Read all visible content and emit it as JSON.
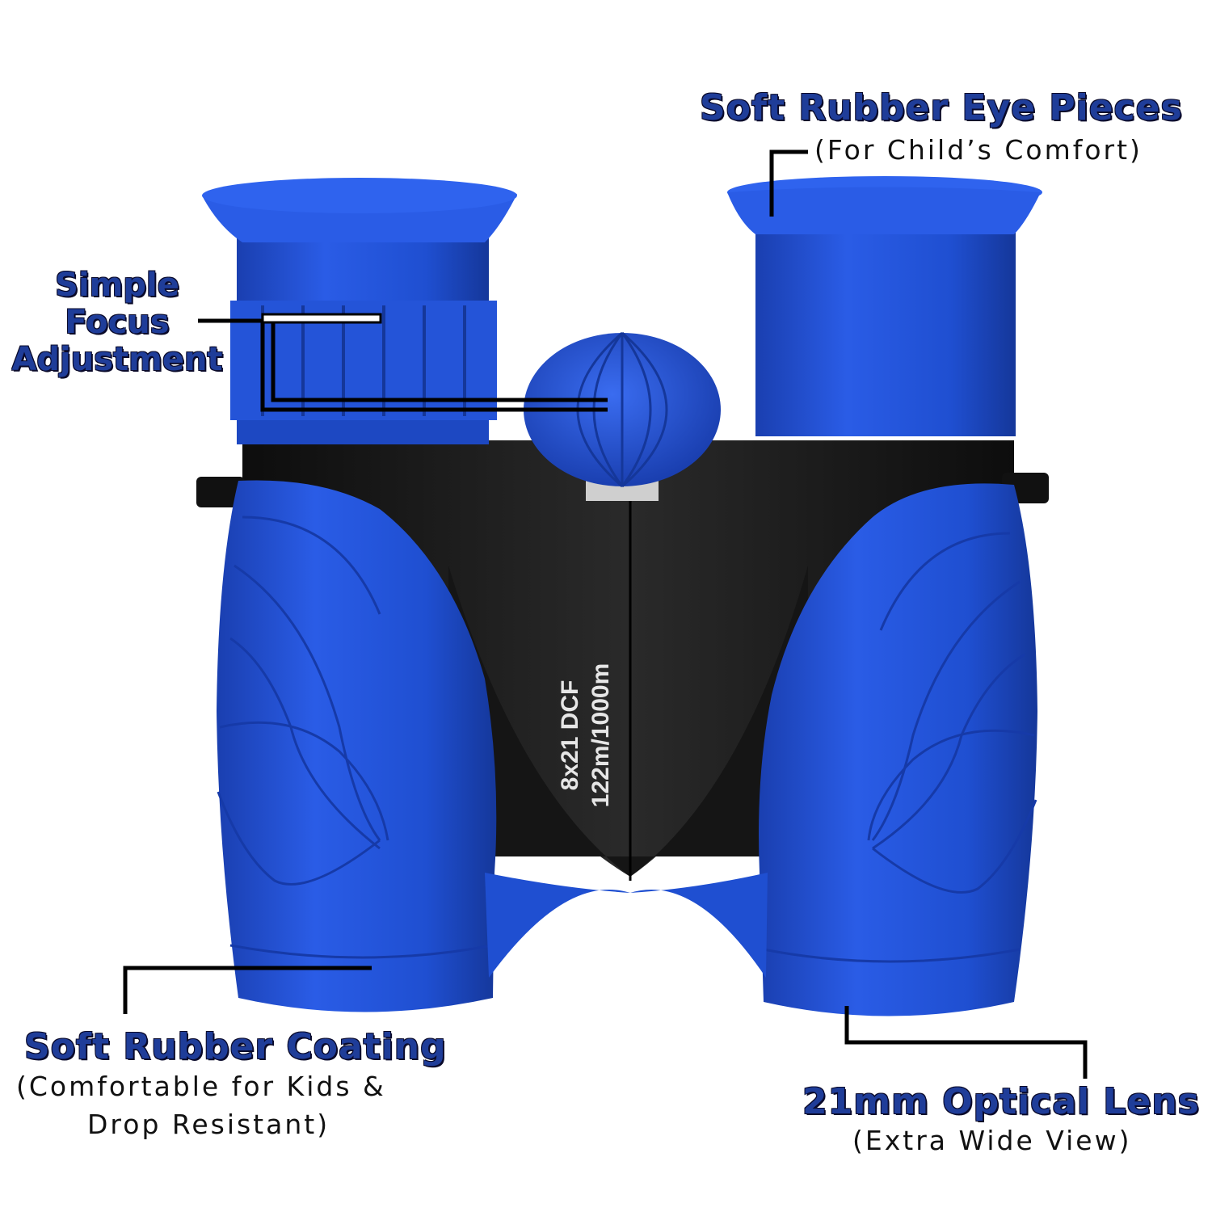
{
  "product": {
    "model_line1": "8x21 DCF",
    "model_line2": "122m/1000m"
  },
  "callouts": {
    "eye_pieces": {
      "title": "Soft Rubber Eye Pieces",
      "subtitle": "(For Child’s Comfort)"
    },
    "focus": {
      "line1": "Simple",
      "line2": "Focus",
      "line3": "Adjustment"
    },
    "coating": {
      "title": "Soft Rubber Coating",
      "subtitle1": "(Comfortable for Kids &",
      "subtitle2": "Drop Resistant)"
    },
    "lens": {
      "title": "21mm Optical Lens",
      "subtitle": "(Extra Wide View)"
    }
  },
  "colors": {
    "rubber_blue": "#1f4fd1",
    "body_black": "#141414",
    "label_blue": "#1f3d99"
  }
}
